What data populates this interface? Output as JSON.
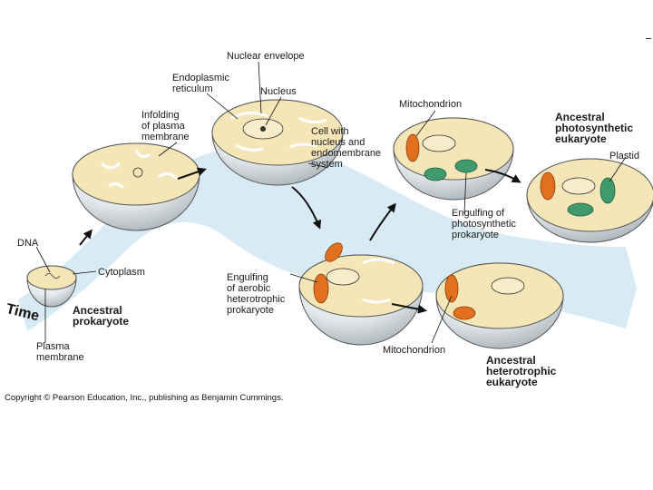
{
  "labels": {
    "nuclear_envelope": "Nuclear envelope",
    "endoplasmic_reticulum": "Endoplasmic\nreticulum",
    "nucleus": "Nucleus",
    "infolding": "Infolding\nof plasma\nmembrane",
    "cell_with_nucleus": "Cell with\nnucleus and\nendomembrane\nsystem",
    "mitochondrion_top": "Mitochondrion",
    "ancestral_photosynthetic": "Ancestral\nphotosynthetic\neukaryote",
    "plastid": "Plastid",
    "engulfing_photosynthetic": "Engulfing of\nphotosynthetic\nprokaryote",
    "dna": "DNA",
    "cytoplasm": "Cytoplasm",
    "time": "Time",
    "ancestral_prokaryote": "Ancestral\nprokaryote",
    "plasma_membrane": "Plasma\nmembrane",
    "engulfing_aerobic": "Engulfing\nof aerobic\nheterotrophic\nprokaryote",
    "mitochondrion_bottom": "Mitochondrion",
    "ancestral_heterotrophic": "Ancestral\nheterotrophic\neukaryote"
  },
  "copyright": "Copyright © Pearson Education, Inc., publishing as Benjamin Cummings.",
  "colors": {
    "band": "#d4e8f3",
    "cytoplasm": "#f5e6b8",
    "shell": "#e8edf0",
    "mitochondrion": "#e2711f",
    "plastid": "#3f9b6e"
  }
}
